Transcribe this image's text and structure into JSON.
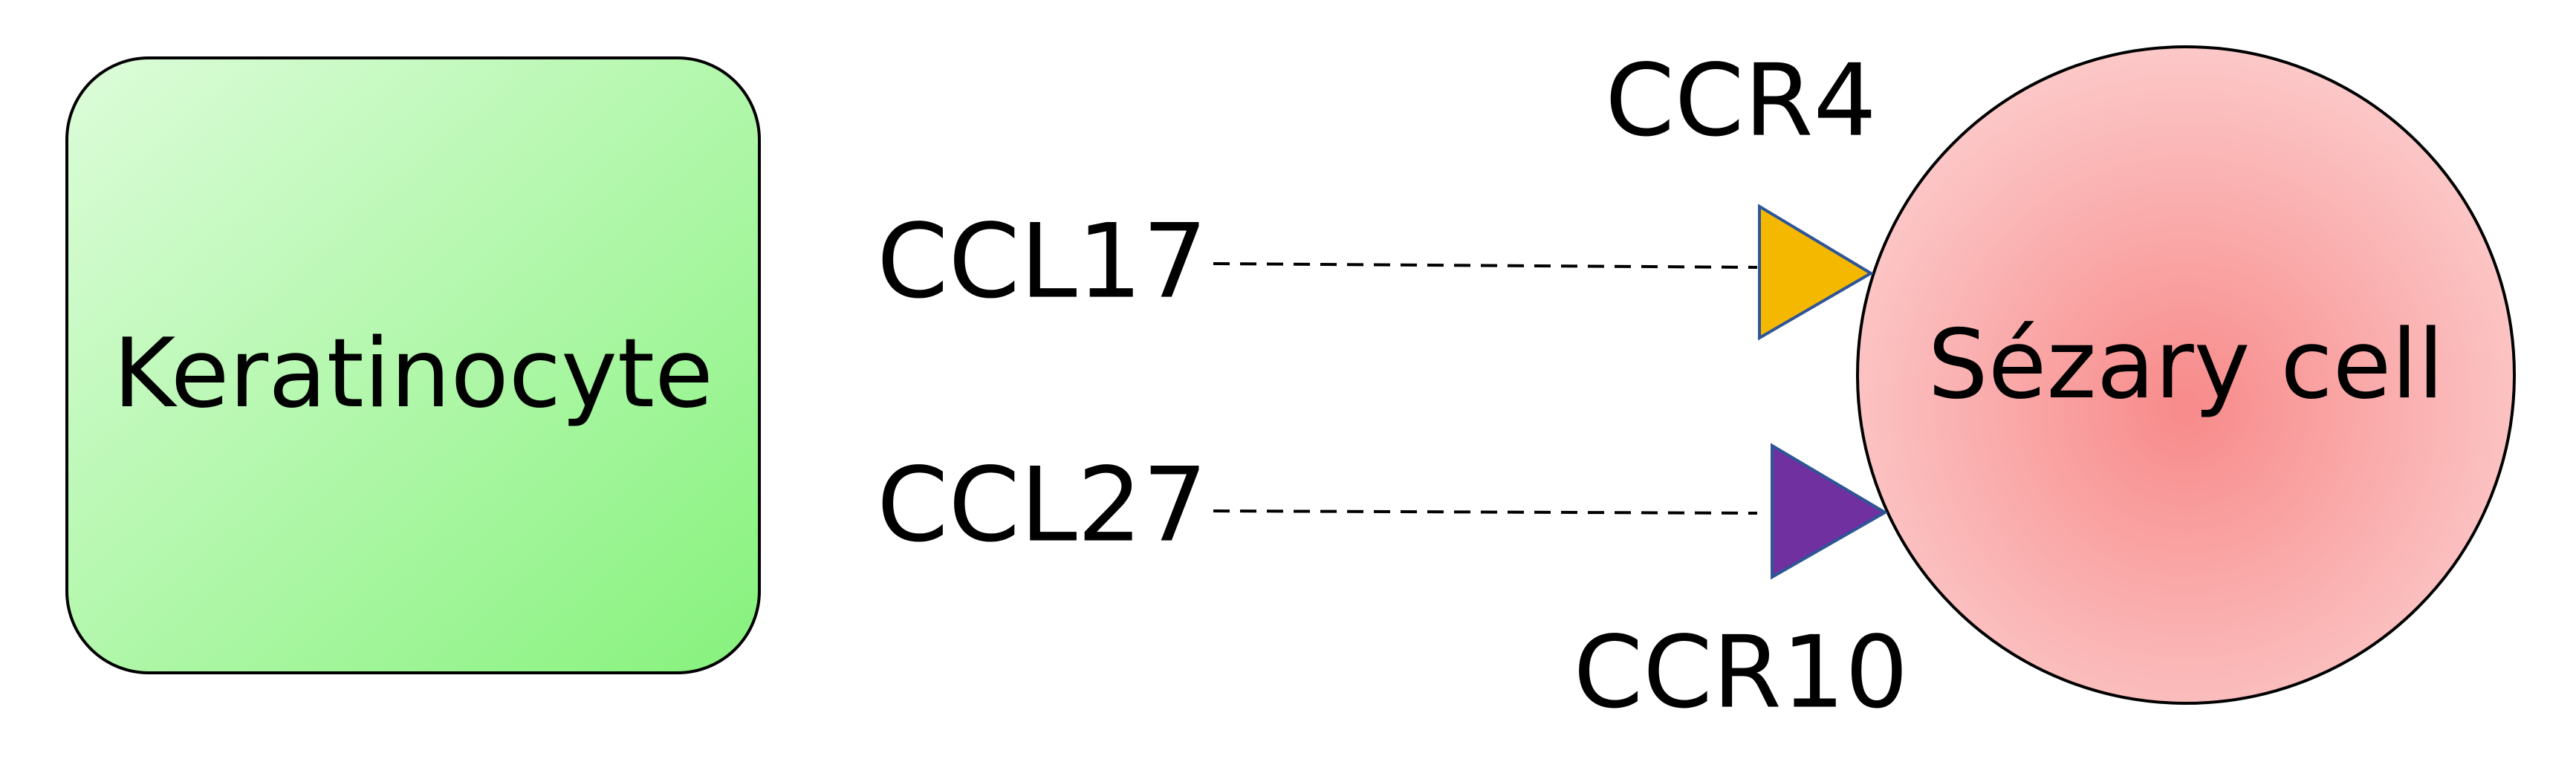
{
  "nodes": {
    "keratinocyte": {
      "label": "Keratinocyte"
    },
    "sezary_cell": {
      "label": "Sézary cell"
    }
  },
  "ligands": [
    {
      "label": "CCL17"
    },
    {
      "label": "CCL27"
    }
  ],
  "receptors": [
    {
      "label": "CCR4",
      "color": "#F5B800"
    },
    {
      "label": "CCR10",
      "color": "#7030A0"
    }
  ],
  "colors": {
    "keratinocyte_fill_light": "#DDFCDA",
    "keratinocyte_fill_dark": "#86F27C",
    "sezary_fill_center": "#F88A8A",
    "sezary_fill_edge": "#FCC8C8",
    "outline": "#000000",
    "triangle_edge": "#2F5597"
  }
}
